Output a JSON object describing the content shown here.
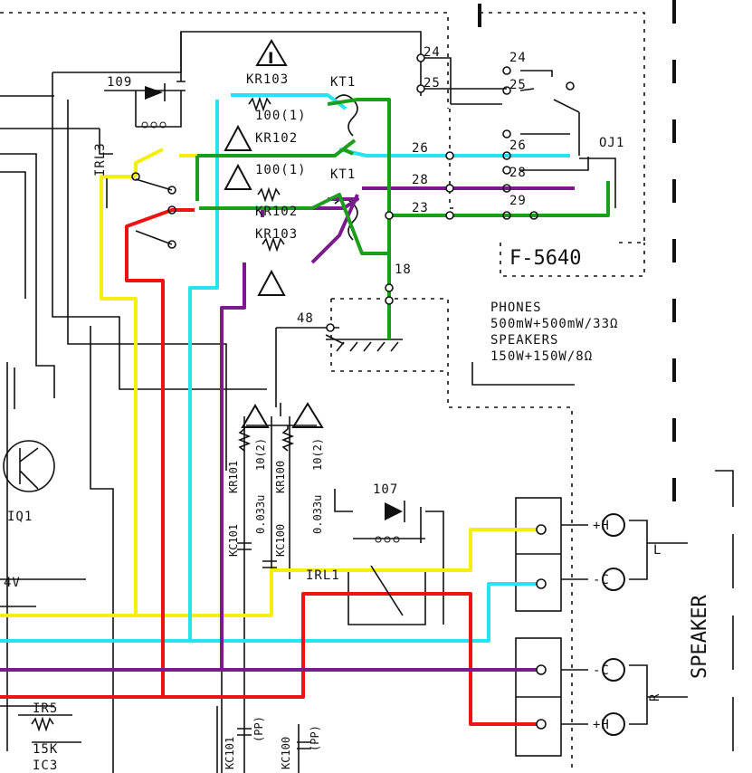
{
  "labels": {
    "pin24a": "24",
    "pin25a": "25",
    "pin24b": "24",
    "pin25b": "25",
    "pin26a": "26",
    "pin26b": "26",
    "pin28a": "28",
    "pin28b": "28",
    "pin29": "29",
    "pin23": "23",
    "pin18": "18",
    "pin48": "48",
    "d109": "109",
    "ral3": "IRL3",
    "kr103a": "KR103",
    "r100a": "100(1)",
    "kr102a": "KR102",
    "kt1a": "KT1",
    "r100b": "100(1)",
    "kt1b": "KT1",
    "kr102b": "KR102",
    "kr103b": "KR103",
    "oj1": "OJ1",
    "model": "F-5640",
    "phones_title": "PHONES",
    "phones_spec": "500mW+500mW/33Ω",
    "speakers_title": "SPEAKERS",
    "speakers_spec": "150W+150W/8Ω",
    "q1": "IQ1",
    "v4": "4V",
    "kr101": "KR101",
    "kc101": "KC101",
    "kr100": "KR100",
    "kc100": "KC100",
    "r10_2a": "10(2)",
    "r10_2b": "10(2)",
    "cap_a": "0.033u",
    "cap_b": "0.033u",
    "d107": "107",
    "ral1": "IRL1",
    "term_plus_l": "+H",
    "term_minus_l": "-C",
    "term_minus_r": "-C",
    "term_plus_r": "+H",
    "ch_l": "L",
    "ch_r": "R",
    "speaker": "SPEAKER",
    "ir5": "IR5",
    "r15k": "15K",
    "ic3": "IC3",
    "kc101b": "KC101",
    "pp_a": "(PP)",
    "kc100b": "KC100",
    "pp_b": "(PP)"
  },
  "colors": {
    "yellow": "#f5ee0f",
    "cyan": "#27e3f0",
    "red": "#ee1313",
    "purple": "#7a1a8c",
    "green": "#1b9e1b",
    "ink": "#111111"
  },
  "icons": [
    "warning-triangle-icon",
    "diode-icon",
    "relay-switch-icon",
    "transistor-icon",
    "ground-icon",
    "jack-icon"
  ]
}
